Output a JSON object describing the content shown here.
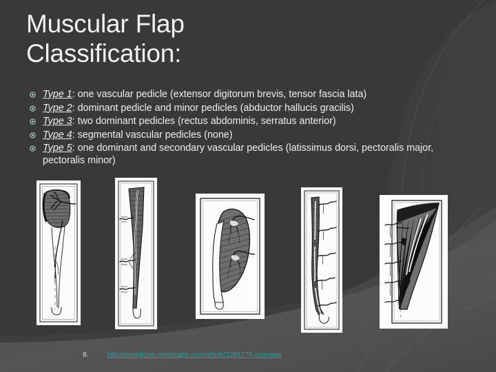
{
  "slide": {
    "background_color": "#3a3a3a",
    "accent_color": "#17a8a8",
    "bullet_color": "#8fb2b4",
    "text_color": "#efefef"
  },
  "title": "Muscular Flap\nClassification:",
  "bullets": [
    {
      "marker": "ring-dot-bullet-icon",
      "type_label": "Type 1",
      "separator": ": ",
      "description": "one vascular pedicle (extensor digitorum brevis, tensor fascia lata)"
    },
    {
      "marker": "ring-dot-bullet-icon",
      "type_label": "Type 2",
      "separator": ": ",
      "description": "dominant pedicle and minor pedicles (abductor hallucis gracilis)"
    },
    {
      "marker": "ring-dot-bullet-icon",
      "type_label": "Type 3",
      "separator": ": ",
      "description": "two dominant pedicles (rectus abdominis, serratus anterior)"
    },
    {
      "marker": "ring-dot-bullet-icon",
      "type_label": "Type 4",
      "separator": ": ",
      "description": "segmental vascular pedicles (none)"
    },
    {
      "marker": "ring-dot-bullet-icon",
      "type_label": "Type 5",
      "separator": ": ",
      "description": "one dominant and secondary vascular pedicles (latissimus dorsi, pectoralis major, pectoralis minor)"
    }
  ],
  "figures": [
    {
      "name": "figure-type-1",
      "alt": "Type 1 muscle flap anatomical line drawing with single vascular pedicle"
    },
    {
      "name": "figure-type-2",
      "alt": "Type 2 muscle flap anatomical line drawing with dominant and minor pedicles"
    },
    {
      "name": "figure-type-3",
      "alt": "Type 3 muscle flap anatomical line drawing with two dominant pedicles"
    },
    {
      "name": "figure-type-4",
      "alt": "Type 4 muscle flap anatomical line drawing with segmental pedicles"
    },
    {
      "name": "figure-type-5",
      "alt": "Type 5 muscle flap anatomical line drawing with dominant and secondary pedicles"
    }
  ],
  "footer": {
    "number": "8.",
    "url": "http://emedicine.medscape.com/article/1284776-overview"
  }
}
